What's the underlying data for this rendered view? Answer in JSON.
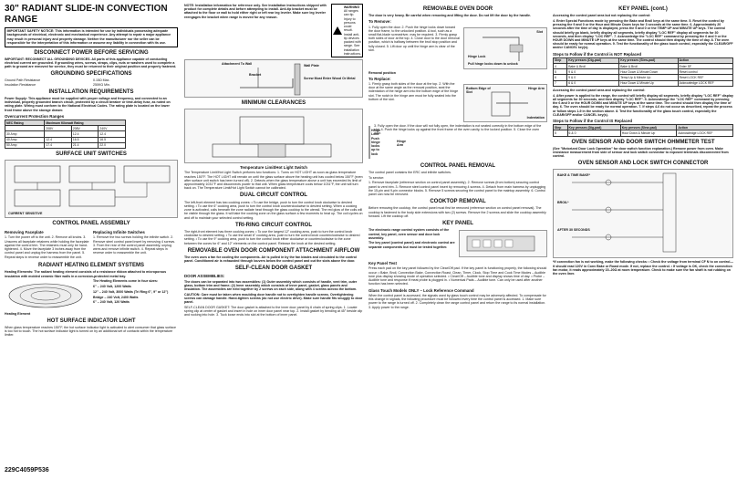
{
  "doc": {
    "title": "30\" RADIANT SLIDE-IN CONVECTION RANGE",
    "part_number": "229C4059P536"
  },
  "col1": {
    "notice": "IMPORTANT SAFETY NOTICE: This information is intended for use by individuals possessing adequate backgrounds of electrical, electronic and mechanical experience. Any attempt to repair a major appliance may result in personal injury and property damage. Neither the manufacturer nor the seller can be responsible for the interpretation of this information or assume any liability in connection with its use.",
    "disconnect_h": "DISCONNECT POWER BEFORE SERVICING",
    "disconnect_p": "IMPORTANT: RECONNECT ALL GROUNDING DEVICES. All parts of this appliance capable of conducting electrical current are grounded. If grounding wires, screws, straps, clips, nuts or washers used to complete a path to ground are removed for service, they must be returned to their original position and properly fastened.",
    "grounding_h": "GROUNDING SPECIFICATIONS",
    "grounding_rows": [
      [
        "Ground Path Resistance",
        "0.15Ω Max."
      ],
      [
        "Insulation Resistance",
        "250KΩ Min."
      ]
    ],
    "install_h": "INSTALLATION REQUIREMENTS",
    "install_p": "Power Supply: This appliance must be supplied with proper voltage and frequency, and connected to an individual, properly grounded branch circuit, protected by a circuit breaker or time-delay fuse, as noted on rating plate. Wiring must conform to the National Electrical Codes. The rating plate is located on the lower front frame above the storage drawer.",
    "overcurrent_h": "Overcurrent Protection Ranges",
    "table_head": [
      "NEC Rating",
      "Maximum Kilowatt Rating"
    ],
    "table_sub": [
      "",
      "208V",
      "208V",
      "240V"
    ],
    "table_rows": [
      [
        "30 Amp",
        "",
        "12.4",
        "12.4"
      ],
      [
        "40 Amp",
        "12.4",
        "16.5",
        "16.5"
      ],
      [
        "50 Amp",
        "17.4",
        "21.4",
        "22.0"
      ]
    ],
    "surface_h": "SURFACE UNIT SWITCHES",
    "current_label": "CURRENT SENSITIVE",
    "control_panel_h": "CONTROL PANEL ASSEMBLY",
    "removing_h": "Removing Faceplate",
    "removing_steps": "1. Turn the power off to the unit. 2. Remove all knobs. 3. Unscrew all faceplate retainers while holding the faceplate against the control trim. The retainers must only be hand-tightened. 4. Move the faceplate 3 inches away from the control panel and unplug the harness from the panel. 5. Repeat steps in reverse order to reassemble the unit.",
    "replacing_h": "Replacing Infinite Switches",
    "replacing_steps": "1. Remove the two screws holding the infinite switch. 2. Remove steel control panel insert by removing 4 screws. 3. From the rear of the control panel assembly, unplug wires and remove infinite switch. 4. Repeat steps in reverse order to reassemble the unit.",
    "heating_h": "RADIANT HEATING ELEMENT SYSTEMS",
    "heating_p": "Heating Elements: The radiant heating element consists of a resistance ribbon attached to microporous insulation with molded ceramic fiber walls in a corrosion-protected metal tray.",
    "heating_element_label": "Heating Element",
    "heating_list_h": "The Heating Elements come in four sizes:",
    "heating_list": [
      "6\" – 240 Volt, 1200 Watts",
      "12\" – 240 Volt, 3000 Watts (Tri Ring 6\", 9\" or 12\")",
      "Bridge – 240 Volt, 2400 Watts",
      "6\" – 240 Volt, 120 Watts"
    ],
    "hot_surface_h": "HOT SURFACE INDICATOR LIGHT",
    "hot_surface_p": "When glass temperature reaches 150°F, the hot surface indicator light is activated to alert consumer that glass surface is too hot to touch. The hot surface indicator light is turned on by an additional set of contacts within the temperature limiter."
  },
  "col2": {
    "note": "NOTE: Installation information for reference only. See Installation Instructions shipped with product for complete details and before attempting to install. Anti-tip bracket must be attached to the floor or wall to hold either right or left rear leg leveler. Make sure leg leveler reengages the bracket when range is moved for any reason.",
    "warning_label": "WARNING",
    "warning_text": "All ranges can tip. Injury to persons could result. Install anti-tip devices packed with range. See installation instructions.",
    "attach_wall": "Attachment To Wall",
    "bracket": "Bracket",
    "wall_plate": "Wall Plate",
    "screw": "Screw Must Enter Wood Or Metal",
    "clearances_h": "MINIMUM CLEARANCES",
    "temp_limit_h": "Temperature Limit/Hot Light Switch",
    "temp_limit_p": "The Temperature Limit/Hot Light Switch performs two functions: 1. Turns on HOT LIGHT as soon as glass temperature reaches 150°F. The HOT LIGHT will remain on until the glass surface above the heating unit has cooled below 150°F (even after surface unit switch has been turned off). 2. Detects when the glass temperature above a unit has exceeded its limit of approximately 1031°F and disconnects power to that unit. When glass temperature cools below 1031°F, the unit will turn back on. The Temperature Limit/Hot Light Switch cannot be calibrated.",
    "dual_h": "DUAL CIRCUIT CONTROL",
    "dual_p": "The left-front element has two cooking zones: • To use the bridge, push to turn the control knob clockwise to desired setting. • To use the 6\" cooking area, push to turn the control knob counterclockwise to desired setting. When a cooking zone is activated, coils beneath the zone radiate heat through the glass cooktop to the utensil. The red glow of the coils will be visible through the glass. It will take the cooking zone on the glass surface a few moments to heat up. The coil cycles on and off to maintain your selected control setting.",
    "tri_h": "TRI-RING CIRCUIT CONTROL",
    "tri_p": "The right-front element has three cooking zones: • To use the largest 12\" cooking area, push to turn the control knob clockwise to desired setting. • To use the small 6\" cooking area, push to turn the control knob counterclockwise to desired setting. • To use the 9\" cooking area, push to turn the control knob either clockwise or counterclockwise to the zone between the zones for 6\" and 12\" elements on the control panel. Release the knob at the desired setting.",
    "removable_h": "REMOVABLE OVEN DOOR COMPONENT ATTACHMENT AIRFLOW",
    "removable_p": "The oven uses a fan for cooling the components. Air is pulled in by the fan blades and circulated to the control panel. Conditioned air is exhausted through louvers below the control panel and out the slots above the door.",
    "self_clean_h": "SELF-CLEAN DOOR GASKET",
    "door_asm_h": "DOOR ASSEMBLIES:",
    "door_asm_p": "The doors can be separated into two assemblies: (1) Outer assembly which consists of handle, vent trim, outer glass, bottom trim and frame; (2) Inner assembly which consists of inner panel, gasket, glass panels and insulation. The assemblies are held together by 2 screws on each side, along with 4 screws across the bottom.",
    "caution_p": "CAUTION: Care must be taken when moulding door handle not to overtighten handle screws. Overtightening screws can damage handle. Hand-tighten screws (do not use electric drive). Make sure handle fits snuggly to door panel.",
    "gasket_p": "SELF-CLEAN DOOR GASKET: The door gasket is attached to the inner door panel by 6 chain of spring clips. 1. Locate spring clip at center of gasket and insert in hole on inner door panel near top. 2. Install gasket by bending at 45° beside clip and rocking into hole. 3. Tuck loose ends into slot at the bottom of inner panel."
  },
  "col3": {
    "door_h": "REMOVABLE OVEN DOOR",
    "door_intro": "The door is very heavy. Be careful when removing and lifting the door. Do not lift the door by the handle.",
    "to_remove_h": "To Remove:",
    "to_remove_steps": "1. Fully open the door. 2. Push the hinge locks down toward the door frame, to the unlocked position. A tool, such as a small flat-blade screwdriver, may be required. 3. Firmly grasp both sides of door at the top. 4. Close door to the door removal position, which is halfway between the broil stop position and fully closed. 5. Lift door up until the hinge arm is clear of the slot.",
    "slot": "Slot",
    "hinge_lock": "Hinge Lock",
    "pull_hinge": "Pull hinge locks down to unlock",
    "removal_pos": "Removal position",
    "to_replace_h": "To Replace:",
    "to_replace_steps": "1. Firmly grasp both sides of the door at the top. 2. With the door at the same angle as the removal position, seat the indentation of the hinge arm into the bottom edge of the hinge slot. The notch in the hinge arm must be fully seated into the bottom of the slot.",
    "bottom_edge": "Bottom Edge of Slot",
    "hinge_arm": "Hinge Arm",
    "indentation": "Indentation",
    "hinge_lock2": "Hinge Lock",
    "hinge_arm2": "Hinge Arm",
    "push_hinge": "Push hinge locks up to lock",
    "replace_more": "3. Fully open the door. If the door will not fully open, the indentation is not seated correctly in the bottom edge of the slot. 4. Push the hinge locks up against the front frame of the oven cavity, to the locked position. 5. Close the oven door.",
    "cp_removal_h": "CONTROL PANEL REMOVAL",
    "cp_removal_intro": "The control panel contains the ERC and infinite switches.",
    "to_service": "To service:",
    "cp_steps": "1. Remove faceplate (reference section on control panel assembly). 2. Remove screws (from bottom) securing control panel to vent trim. 3. Remove steel control panel insert by removing 4 screws. 4. Detach from main harness by unplugging the 15-pin and 9-pin connector blocks. 5. Remove 5 screws securing the control panel to the maintop assembly. 6. Control panel can now be removed.",
    "cooktop_h": "COOKTOP REMOVAL",
    "cooktop_p": "Before removing the cooktop, the control panel must first be removed (reference section on control panel removal). The cooktop is fastened to the body side extensions with two (2) screws. Remove the 2 screws and slide the cooktop assembly forward. Lift the cooktop off.",
    "keypanel_h": "KEY PANEL",
    "keypanel_p1": "The electronic range control system consists of the control, key panel, oven sensor and door lock assembly.",
    "keypanel_p2": "The key panel (control panel) and electronic control are separate components but must be tested together.",
    "keypanel_test_h": "Key Panel Test",
    "keypanel_test_p": "Press each pad on the key panel followed by the Clear/Off pad. If the key panel is functioning properly, the following should occur: • Bake, Broil, Convection Bake, Convection Roast, Clean, Timer, Clock, Stop Time and Cook Time Modes – Audible tone plus display showing mode of operation selected. • Clear/Off – Audible tone and display shows time of day. • Probe – Audible tone and response if meat probe is plugged in. • Numerical Pads – Audible tone. Can only be used after another function has been selected.",
    "glass_h": "Glass Touch Models ONLY – Lock Reference Command",
    "glass_p": "When the control panel is accessed, the signals used by glass touch control may be adversely affected. To compensate for this change in signals, the following procedure must be followed every time the control panel is accessed. 1. Make sure power to the range is turned off. 2. Completely clean the range control panel and return the range to its normal installation. 3. Apply power to the range."
  },
  "col4": {
    "keypanel_cont_h": "KEY PANEL (cont.)",
    "keypanel_cont_intro": "Accessing the control panel area but not replacing the control:",
    "keypanel_cont_steps": "4. Enter Special Functions mode by pressing the Bake and Broil keys at the same time. 5. Reset the control by pressing the 9 and 0 or the Hour and Minute Down keys for 3 seconds at the same time. 6. Approximately 20 seconds after the time of day is displayed, press the 9 and 0 or the TEMP UP and MINUTE UP keys. The control should briefly go blank, briefly display all segments, briefly display \"LOC REF\" display all segments for 30 seconds, and then display \"LOC REF\". 7. Acknowledge the \"LOC REF\" command by pressing the 6 and 0 or the HOUR DOWN and MINUTE UP keys at the same time. The control should then display the time of day. 8. The oven should be ready for normal operation. 9. Test the functionality of the glass touch control, especially the CLEAR/OFF and/or CANCEL key(s).",
    "steps_not_replaced_h": "Steps to Follow if the Control is NOT Replaced",
    "table_head": [
      "Step",
      "Key presses (Dig-pad)",
      "Key presses (Slew-pad)",
      "Action"
    ],
    "table_rows": [
      [
        "4",
        "Bake & Broil",
        "Bake & Broil",
        "Enter SF"
      ],
      [
        "5",
        "9 & 0",
        "Hour Down & Minute Down",
        "Reset control"
      ],
      [
        "6",
        "9 & 0",
        "Temp Up & Minute Up",
        "Reset LOCK REF"
      ],
      [
        "7",
        "6 & 0",
        "Hour Down & Minute Up",
        "Acknowledge LOCK REF"
      ]
    ],
    "replacing_h": "Accessing the control panel area and replacing the control:",
    "replacing_steps": "4. After power is applied to the range, the control will briefly display all segments, briefly display \"LOC REF\" display all segments for 30 seconds, and then display \"LOC REF\". 5. Acknowledge the \"LOC REF\" command by pressing the 6 and 0 or the HOUR DOWN and MINUTE UP keys at the same time. The control should then display the time of day. 6. The oven should be ready for normal operation. 7. If steps 4-6 do not occur as described, repeat the process or follow steps 1-9 in the section above. 8. Test the functionality of the glass touch control, especially the CLEAR/OFF and/or CANCEL key(s).",
    "steps_replaced_h": "Steps to Follow if the Control IS Replaced",
    "table2_head": [
      "Step",
      "Key presses (Dig-pad)",
      "Key presses (Slew-pad)",
      "Action"
    ],
    "table2_rows": [
      [
        "5",
        "6 & 0",
        "Hour Down & Minute Up",
        "Acknowledge LOCK REF"
      ]
    ],
    "sensor_h": "OVEN SENSOR AND DOOR SWITCH OHMMETER TEST",
    "sensor_note": "(See \"Motorized Door Lock Operation\" for door switch function explanation.) Remove power from oven. Make resistance measurement from side of sensor and lock switch connector to exposed terminals disconnected from control.",
    "sensor_switch_h": "OVEN SENSOR AND LOCK SWITCH CONNECTOR",
    "bake_label": "BAKE & TIME BAKE*",
    "broil_label": "BROIL*",
    "after_label": "AFTER 30 SECONDS",
    "notes": "*If convection fan is not working, make the following checks: • Check the voltage from terminal CF N to on control—it should read 120V in Conv Bake or Roast mode. If not, replace the control. • If voltage is OK, check the convection fan motor, it reads approximately 15–20Ω at room temperature. Check to make sure the fan shaft is not rubbing on the oven liner."
  }
}
